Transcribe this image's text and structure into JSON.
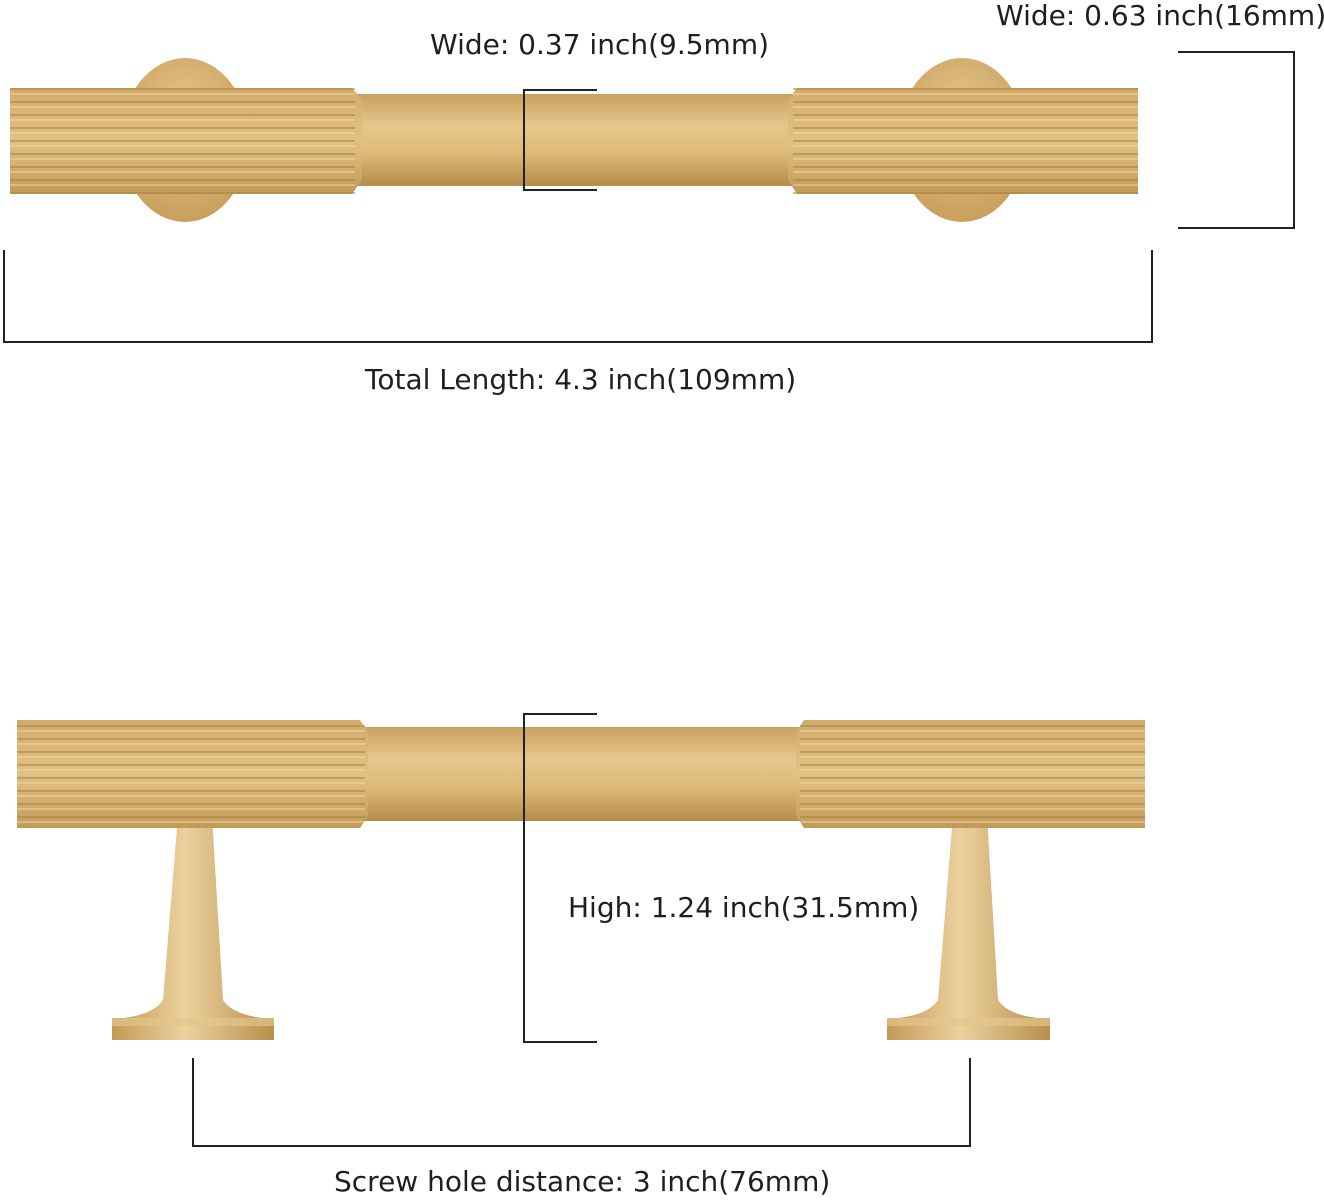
{
  "top_view": {
    "bar_wide_label": "Wide: 0.37 inch(9.5mm)",
    "end_wide_label": "Wide: 0.63 inch(16mm)",
    "total_length_label": "Total Length: 4.3 inch(109mm)"
  },
  "side_view": {
    "high_label": "High: 1.24 inch(31.5mm)",
    "screw_distance_label": "Screw hole distance: 3 inch(76mm)"
  },
  "colors": {
    "brass_light": "#e4c384",
    "brass_mid": "#cfa35f",
    "brass_dark": "#a9823e",
    "dimension_line": "#222222"
  }
}
